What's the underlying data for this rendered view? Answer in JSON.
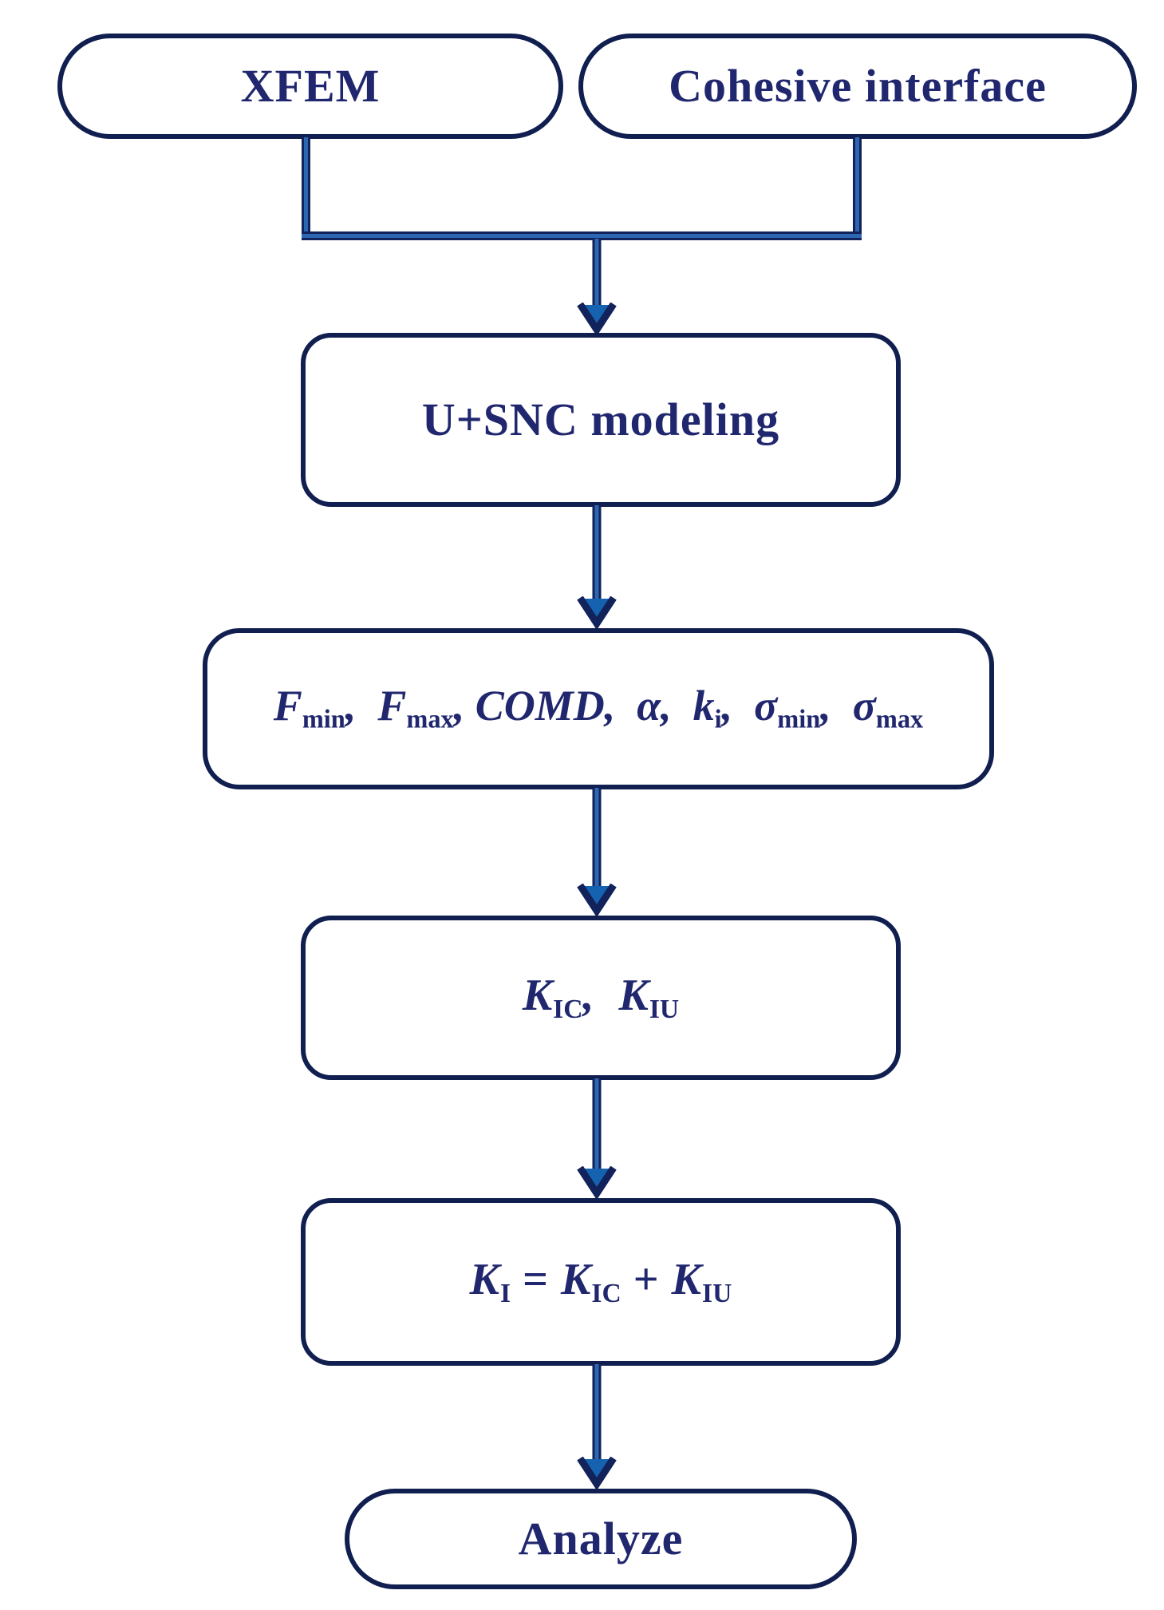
{
  "diagram": {
    "type": "flowchart",
    "colors": {
      "line_dark": "#12225a",
      "line_core": "#2e67b1",
      "arrow_fill": "#1563b0",
      "node_border": "#101f4f",
      "text_color": "#20276e",
      "bg": "#ffffff"
    },
    "nodes": {
      "xfem": {
        "label": "XFEM",
        "shape": "pill"
      },
      "cohesive_interface": {
        "label": "Cohesive interface",
        "shape": "pill"
      },
      "modeling": {
        "label": "U+SNC modeling",
        "shape": "rounded-rect"
      },
      "parameters": {
        "shape": "rounded-rect",
        "plain": "F_min,  F_max, COMD,  α,  k_i,  σ_min,  σ_max",
        "parts": [
          [
            "F",
            "var"
          ],
          [
            "min",
            "sub"
          ],
          [
            ",  ",
            "it"
          ],
          [
            "F",
            "var"
          ],
          [
            "max",
            "sub"
          ],
          [
            ", ",
            "it"
          ],
          [
            "COMD",
            "var"
          ],
          [
            ",  ",
            "it"
          ],
          [
            "α",
            "var"
          ],
          [
            ",  ",
            "it"
          ],
          [
            "k",
            "var"
          ],
          [
            "i",
            "sub"
          ],
          [
            ",  ",
            "it"
          ],
          [
            "σ",
            "var"
          ],
          [
            "min",
            "sub"
          ],
          [
            ",  ",
            "it"
          ],
          [
            "σ",
            "var"
          ],
          [
            "max",
            "sub"
          ]
        ]
      },
      "sif": {
        "shape": "rounded-rect",
        "plain": "K_IC,  K_IU",
        "parts": [
          [
            "K",
            "var"
          ],
          [
            "IC",
            "sub"
          ],
          [
            ",  ",
            "it"
          ],
          [
            "K",
            "var"
          ],
          [
            "IU",
            "sub"
          ]
        ]
      },
      "equation": {
        "shape": "rounded-rect",
        "plain": "K_I = K_IC + K_IU",
        "parts": [
          [
            "K",
            "var"
          ],
          [
            "I",
            "sub"
          ],
          [
            " = ",
            "op"
          ],
          [
            "K",
            "var"
          ],
          [
            "IC",
            "sub"
          ],
          [
            " + ",
            "op"
          ],
          [
            "K",
            "var"
          ],
          [
            "IU",
            "sub"
          ]
        ]
      },
      "analyze": {
        "label": "Analyze",
        "shape": "pill"
      }
    },
    "edges": [
      "XFEM -> U+SNC modeling",
      "Cohesive interface -> U+SNC modeling",
      "U+SNC modeling -> F_min, F_max, COMD, α, k_i, σ_min, σ_max",
      "F_min, F_max, COMD, α, k_i, σ_min, σ_max -> K_IC, K_IU",
      "K_IC, K_IU -> K_I = K_IC + K_IU",
      "K_I = K_IC + K_IU -> Analyze"
    ]
  }
}
